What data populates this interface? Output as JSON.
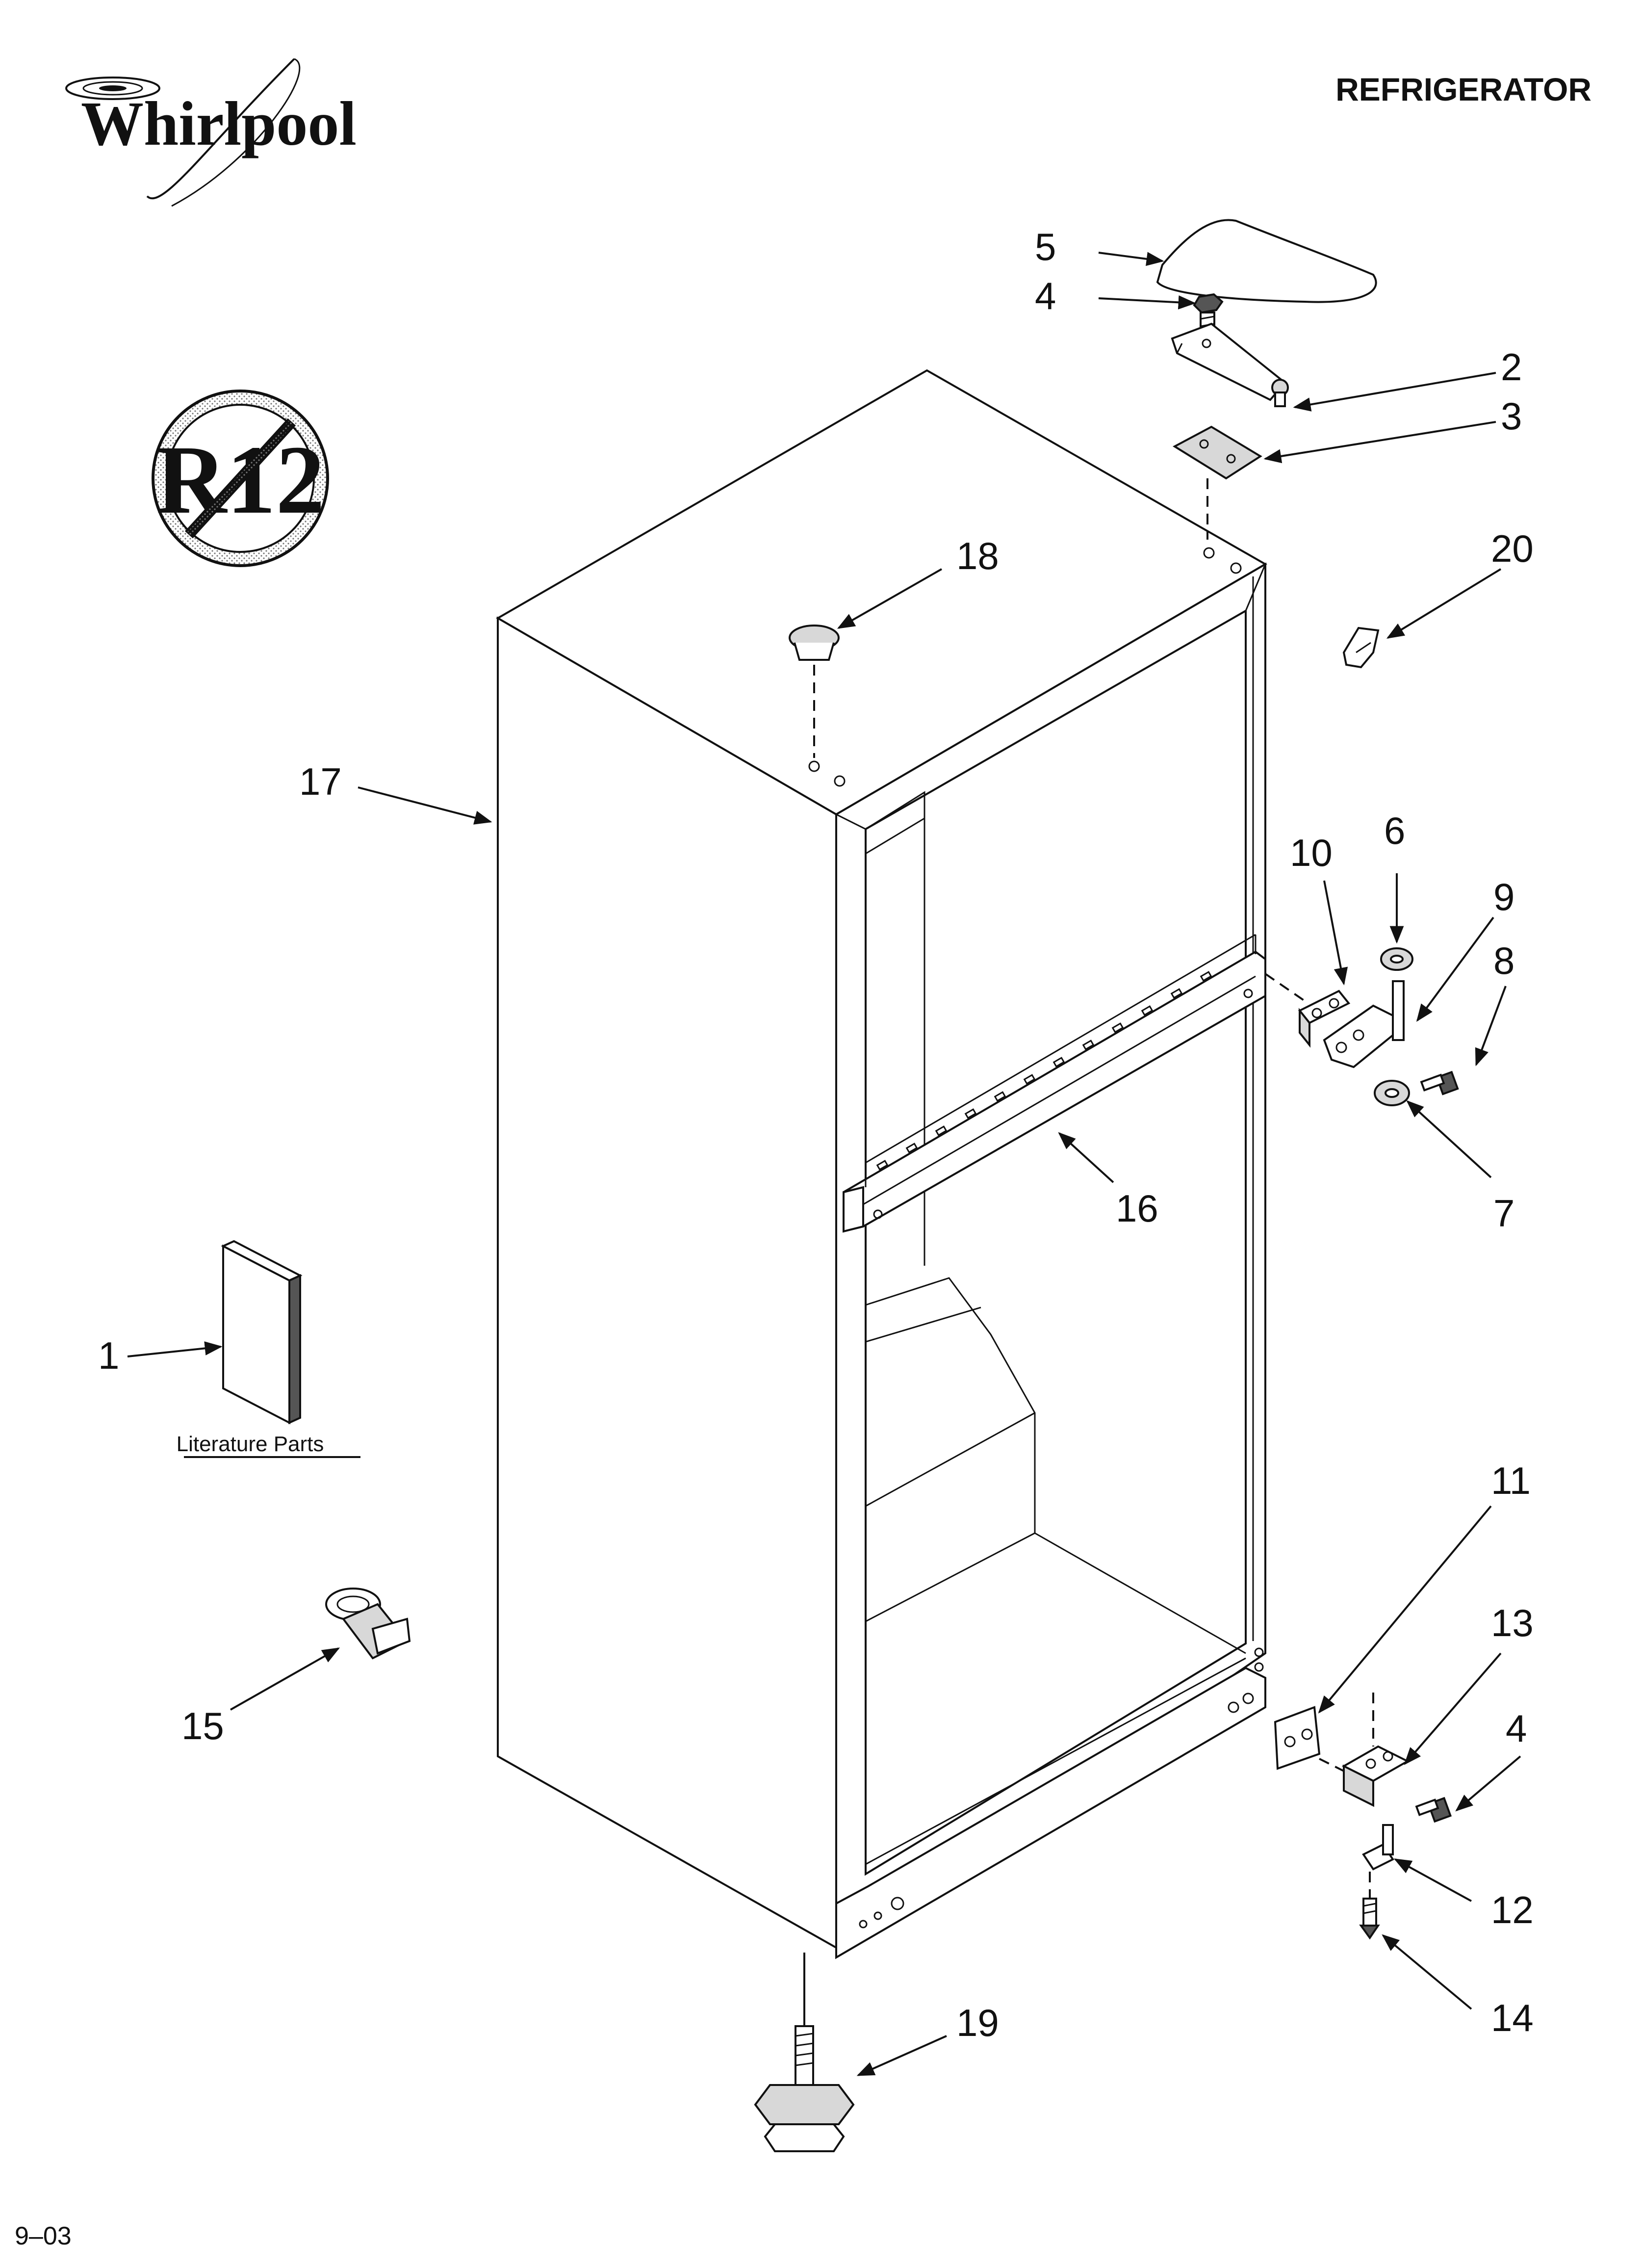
{
  "header": {
    "brand": "Whirlpool",
    "title": "REFRIGERATOR"
  },
  "badge": {
    "text": "R12"
  },
  "literature": {
    "text": "Literature Parts"
  },
  "footer": {
    "date_code": "9–03"
  },
  "callouts": {
    "c1": "1",
    "c2": "2",
    "c3": "3",
    "c4a": "4",
    "c4b": "4",
    "c5": "5",
    "c6": "6",
    "c7": "7",
    "c8": "8",
    "c9": "9",
    "c10": "10",
    "c11": "11",
    "c12": "12",
    "c13": "13",
    "c14": "14",
    "c15": "15",
    "c16": "16",
    "c17": "17",
    "c18": "18",
    "c19": "19",
    "c20": "20"
  }
}
